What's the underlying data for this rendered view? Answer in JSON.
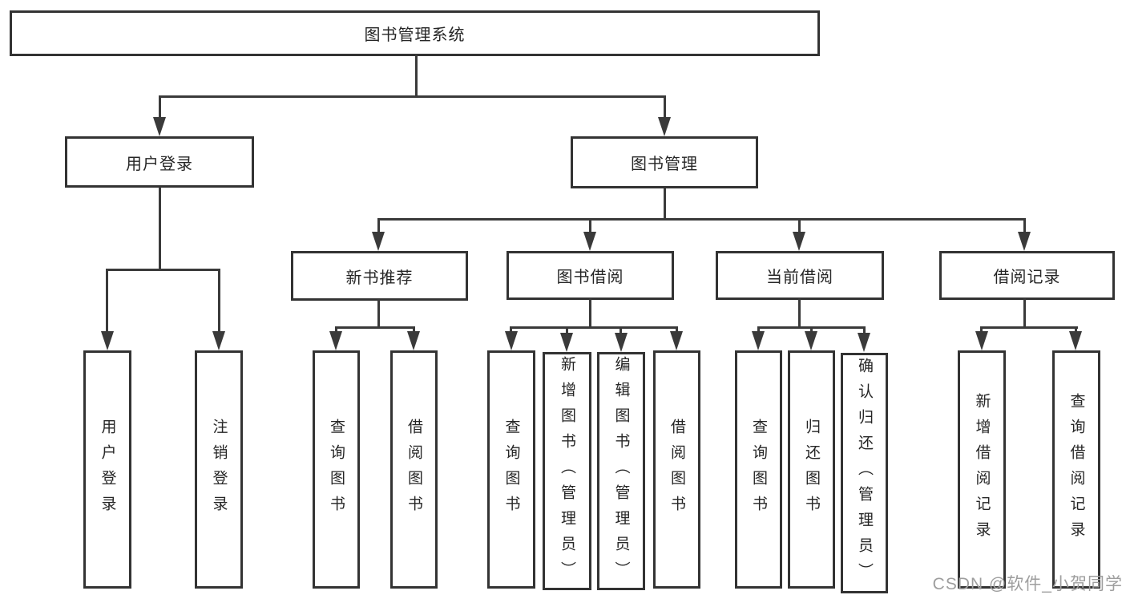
{
  "title": "图书管理系统",
  "watermark": "CSDN @软件_小贺同学",
  "colors": {
    "line": "#3a3a3a",
    "box_border": "#333333",
    "text": "#262626",
    "background": "#ffffff",
    "watermark": "#9e9e9e"
  },
  "tree": {
    "root": {
      "label": "图书管理系统",
      "children": [
        {
          "label": "用户登录",
          "children": [
            {
              "label": "用户登录"
            },
            {
              "label": "注销登录"
            }
          ]
        },
        {
          "label": "图书管理",
          "children": [
            {
              "label": "新书推荐",
              "children": [
                {
                  "label": "查询图书"
                },
                {
                  "label": "借阅图书"
                }
              ]
            },
            {
              "label": "图书借阅",
              "children": [
                {
                  "label": "查询图书"
                },
                {
                  "label": "新增图书（管理员）"
                },
                {
                  "label": "编辑图书（管理员）"
                },
                {
                  "label": "借阅图书"
                }
              ]
            },
            {
              "label": "当前借阅",
              "children": [
                {
                  "label": "查询图书"
                },
                {
                  "label": "归还图书"
                },
                {
                  "label": "确认归还（管理员）"
                }
              ]
            },
            {
              "label": "借阅记录",
              "children": [
                {
                  "label": "新增借阅记录"
                },
                {
                  "label": "查询借阅记录"
                }
              ]
            }
          ]
        }
      ]
    }
  }
}
